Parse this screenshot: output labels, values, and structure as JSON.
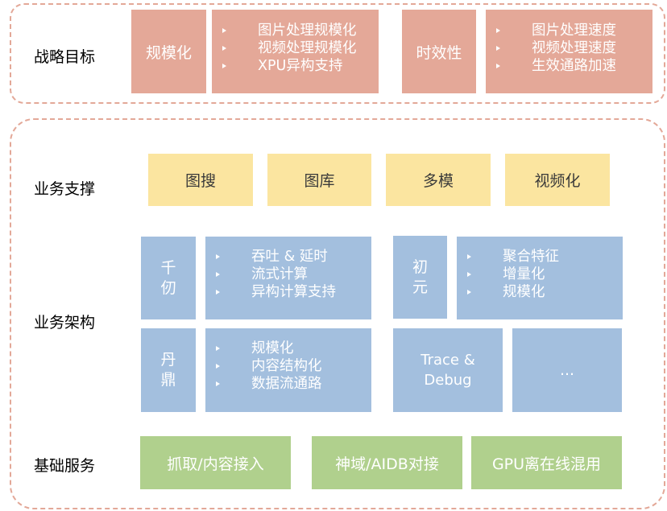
{
  "strategy": {
    "label": "战略目标",
    "scale_label": "规模化",
    "scale_items": [
      "图片处理规模化",
      "视频处理规模化",
      "XPU异构支持"
    ],
    "timeliness_label": "时效性",
    "timeliness_items": [
      "图片处理速度",
      "视频处理速度",
      "生效通路加速"
    ]
  },
  "business_support": {
    "label": "业务支撑",
    "items": [
      "图搜",
      "图库",
      "多模",
      "视频化"
    ]
  },
  "business_arch": {
    "label": "业务架构",
    "qianren": {
      "chars": [
        "千",
        "仞"
      ],
      "items": [
        "吞吐 & 延时",
        "流式计算",
        "异构计算支持"
      ]
    },
    "chuyuan": {
      "chars": [
        "初",
        "元"
      ],
      "items": [
        "聚合特征",
        "增量化",
        "规模化"
      ]
    },
    "danding": {
      "chars": [
        "丹",
        "鼎"
      ],
      "items": [
        "规模化",
        "内容结构化",
        "数据流通路"
      ]
    },
    "trace": {
      "line1": "Trace &",
      "line2": "Debug"
    },
    "more": "..."
  },
  "infra": {
    "label": "基础服务",
    "items": [
      "抓取/内容接入",
      "神域/AIDB对接",
      "GPU离在线混用"
    ]
  },
  "colors": {
    "pink": "#e4a898",
    "yellow": "#fbe5a0",
    "blue": "#a3bfde",
    "green": "#b0d08d",
    "border": "#e3a898"
  }
}
